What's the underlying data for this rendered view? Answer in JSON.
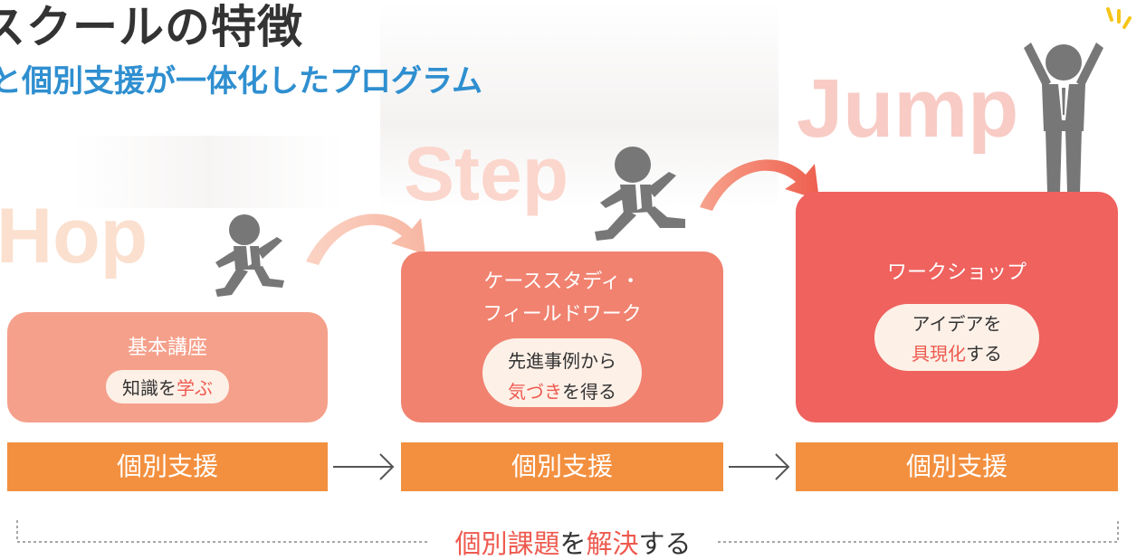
{
  "header": {
    "title": "スクールの特徴",
    "subtitle": "と個別支援が一体化したプログラム"
  },
  "stages": [
    {
      "word": "Hop",
      "box_title": "基本講座",
      "pill_before": "知識を",
      "pill_hl": "学ぶ",
      "pill_after": "",
      "pill_line1": ""
    },
    {
      "word": "Step",
      "box_title": "ケーススタディ・\nフィールドワーク",
      "pill_line1": "先進事例から",
      "pill_hl": "気づき",
      "pill_after": "を得る"
    },
    {
      "word": "Jump",
      "box_title": "ワークショップ",
      "pill_line1": "アイデアを",
      "pill_hl": "具現化",
      "pill_after": "する"
    }
  ],
  "support_label": "個別支援",
  "footer": {
    "part1_hl": "個別課題",
    "part2": "を",
    "part3_hl": "解決",
    "part4": "する"
  },
  "colors": {
    "box1": "#f5a08b",
    "box2": "#f0826f",
    "box3": "#ef625e",
    "support_bar": "#f3903f",
    "highlight": "#ee5a4f",
    "subtitle": "#2f8fd0",
    "figure": "#777777"
  },
  "icons": [
    "running-person-icon",
    "jumping-person-icon",
    "cheering-person-icon",
    "curved-arrow-icon",
    "right-arrow-icon",
    "sparkle-icon"
  ]
}
